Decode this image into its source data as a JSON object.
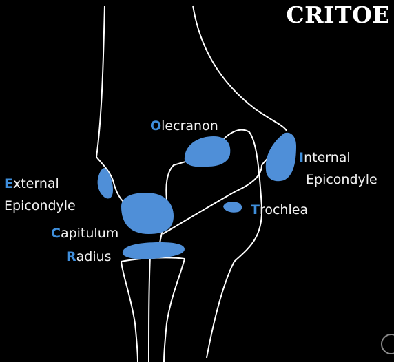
{
  "title": "CRITOE",
  "labels": {
    "olecranon": {
      "first": "O",
      "rest": "lecranon"
    },
    "internal_1": {
      "first": "I",
      "rest": "nternal"
    },
    "internal_2": "Epicondyle",
    "external_1": {
      "first": "E",
      "rest": "xternal"
    },
    "external_2": "Epicondyle",
    "trochlea": {
      "first": "T",
      "rest": "rochlea"
    },
    "capitulum": {
      "first": "C",
      "rest": "apitulum"
    },
    "radius": {
      "first": "R",
      "rest": "adius"
    }
  },
  "colors": {
    "background": "#000000",
    "bone_outline": "#ffffff",
    "ossification_center": "#4f8fd8",
    "label_first_letter": "#3f8fdc",
    "label_text": "#f2f2f2"
  }
}
